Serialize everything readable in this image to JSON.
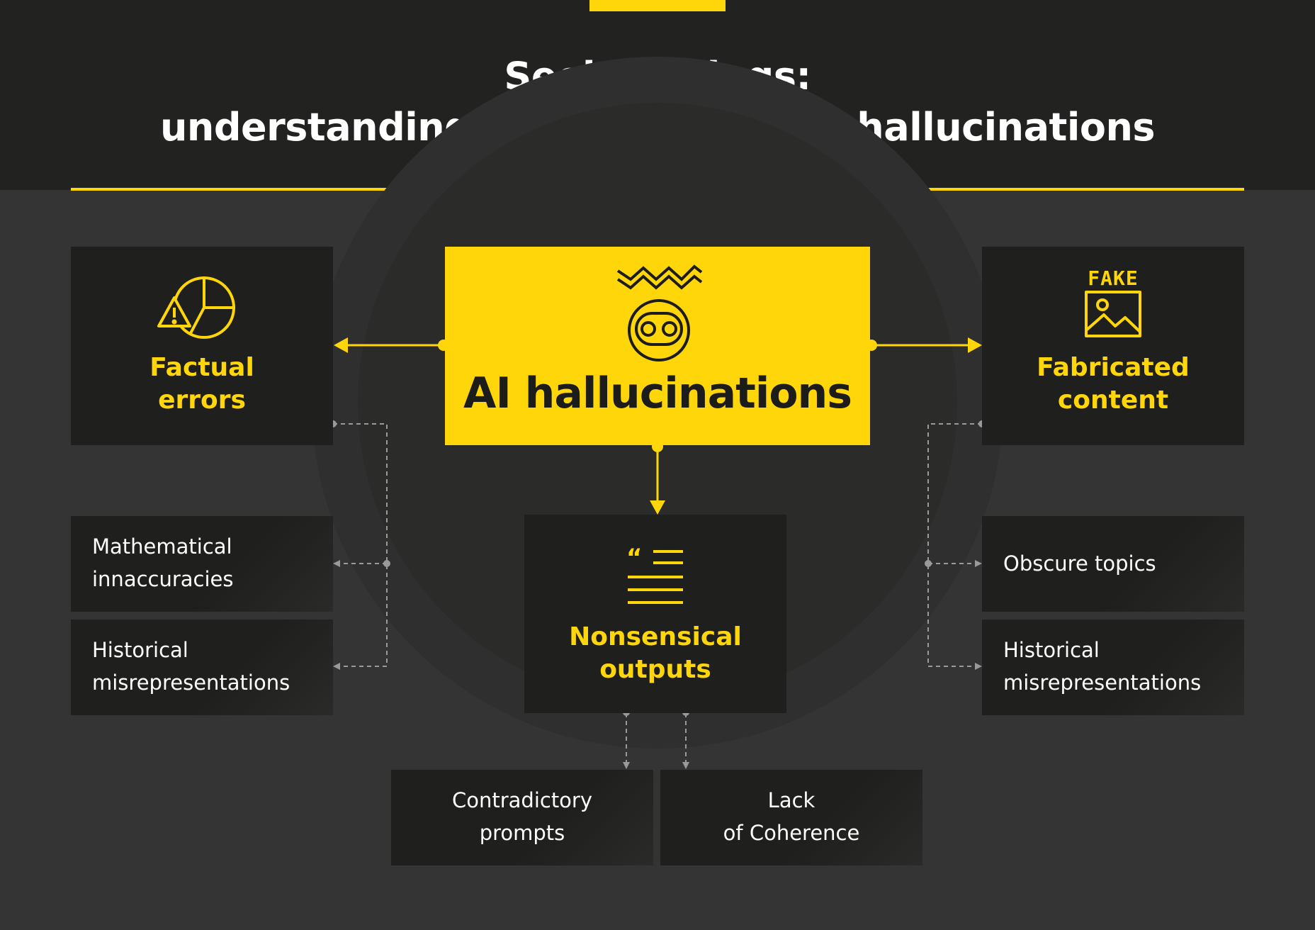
{
  "title": {
    "line1": "Seeing things:",
    "line2": "understanding and managing AI hallucinations"
  },
  "colors": {
    "accent": "#FFD60A",
    "background": "#343434",
    "header": "#222220",
    "box": "#1f1f1d",
    "connector": "#9a9a9a"
  },
  "center": {
    "label": "AI hallucinations",
    "icon": "glitch-robot-icon"
  },
  "nodes": {
    "factual": {
      "line1": "Factual",
      "line2": "errors",
      "icon": "warning-pie-chart-icon",
      "children": [
        {
          "line1": "Mathematical",
          "line2": "innaccuracies"
        },
        {
          "line1": "Historical",
          "line2": "misrepresentations"
        }
      ]
    },
    "fabricated": {
      "line1": "Fabricated",
      "line2": "content",
      "icon": "fake-image-icon",
      "icon_text": "FAKE",
      "children": [
        {
          "line1": "Obscure topics"
        },
        {
          "line1": "Historical",
          "line2": "misrepresentations"
        }
      ]
    },
    "nonsensical": {
      "line1": "Nonsensical",
      "line2": "outputs",
      "icon": "quote-text-icon",
      "children": [
        {
          "line1": "Contradictory",
          "line2": "prompts"
        },
        {
          "line1": "Lack",
          "line2": "of Coherence"
        }
      ]
    }
  }
}
